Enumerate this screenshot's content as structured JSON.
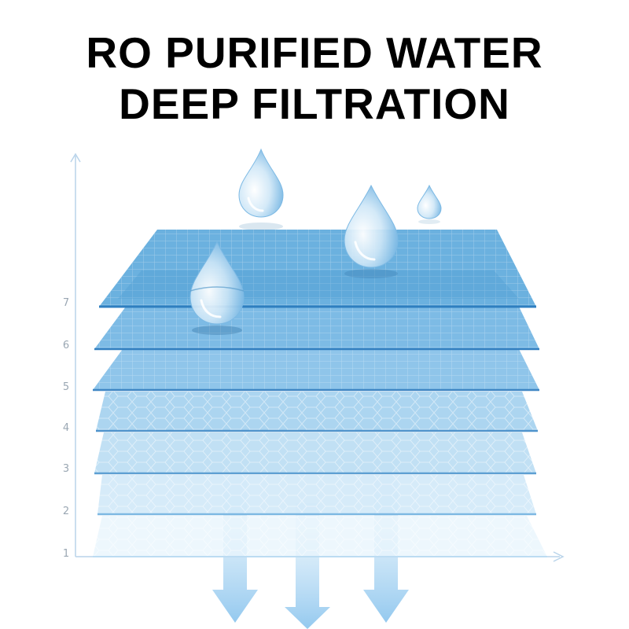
{
  "title": {
    "line1": "RO PURIFIED WATER",
    "line2": "DEEP FILTRATION"
  },
  "axis": {
    "ticks": [
      "1",
      "2",
      "3",
      "4",
      "5",
      "6",
      "7"
    ],
    "color": "#b9d4ea"
  },
  "layers": {
    "count": 7,
    "edge_color": "#2f7fc0",
    "fill_top": "#4ea6da",
    "fill_bottom": "#e6f3fb"
  },
  "drops": {
    "count": 4,
    "color": "#8fc7ec"
  },
  "arrows": {
    "count": 3,
    "color": "#a9d3f0"
  }
}
